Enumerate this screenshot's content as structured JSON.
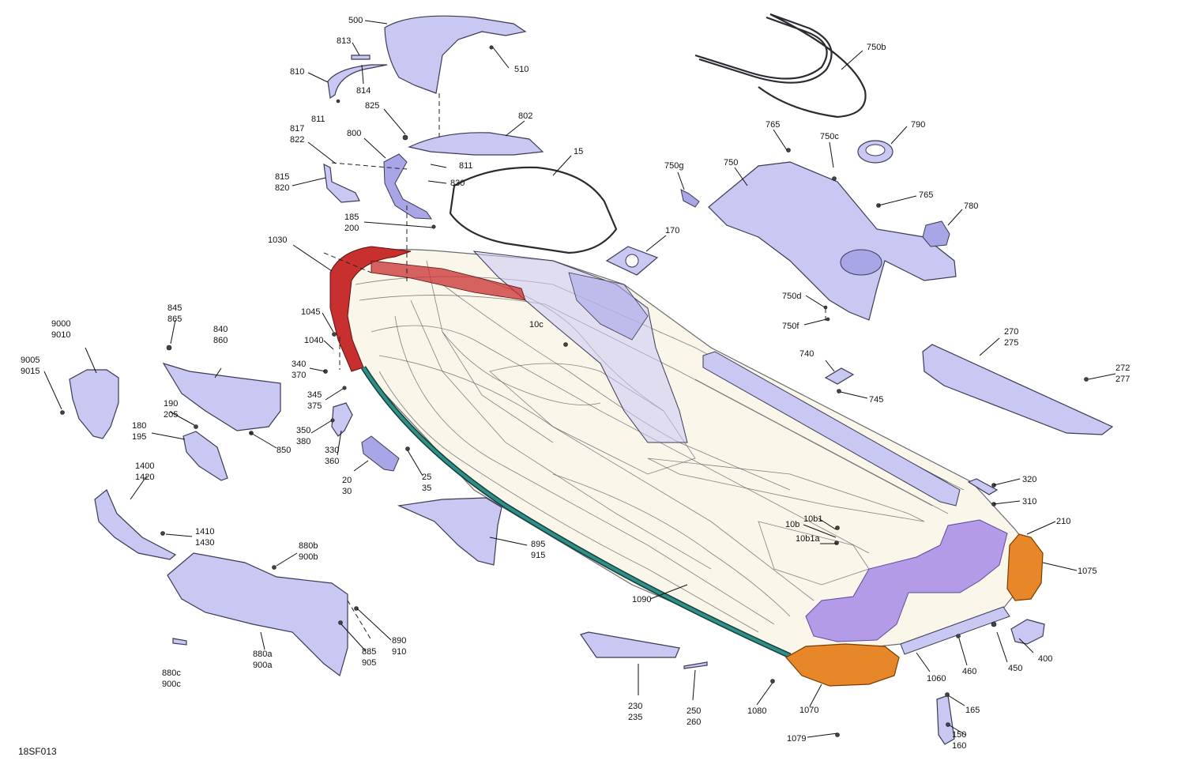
{
  "diagram_id": "18SF013",
  "colors": {
    "part_fill": "#c9c8f2",
    "part_dark": "#a8a6e6",
    "hull_fill": "#fbf6ea",
    "bumper_red": "#c8302f",
    "rub_rail_teal": "#2f8f88",
    "bumper_orange": "#e8862a",
    "mat_purple": "#b49be8"
  },
  "labels": {
    "l500": "500",
    "l510": "510",
    "l813": "813",
    "l814": "814",
    "l810": "810",
    "l811a": "811",
    "l825": "825",
    "l802": "802",
    "l817": "817",
    "l822": "822",
    "l800": "800",
    "l811b": "811",
    "l830": "830",
    "l815": "815",
    "l820": "820",
    "l15": "15",
    "l185": "185",
    "l200": "200",
    "l170": "170",
    "l1030": "1030",
    "l750b": "750b",
    "l765a": "765",
    "l750c": "750c",
    "l790": "790",
    "l750g": "750g",
    "l750": "750",
    "l765b": "765",
    "l780": "780",
    "l750d": "750d",
    "l750f": "750f",
    "l845": "845",
    "l865": "865",
    "l840": "840",
    "l860": "860",
    "l1045": "1045",
    "l10c": "10c",
    "l9000": "9000",
    "l9010": "9010",
    "l9005": "9005",
    "l9015": "9015",
    "l1040": "1040",
    "l340": "340",
    "l370": "370",
    "l190": "190",
    "l205": "205",
    "l180": "180",
    "l195": "195",
    "l345": "345",
    "l375": "375",
    "l350": "350",
    "l380": "380",
    "l850": "850",
    "l330": "330",
    "l360": "360",
    "l20": "20",
    "l30": "30",
    "l25": "25",
    "l35": "35",
    "l740": "740",
    "l745": "745",
    "l270": "270",
    "l275": "275",
    "l272": "272",
    "l277": "277",
    "l1400": "1400",
    "l1420": "1420",
    "l1410": "1410",
    "l1430": "1430",
    "l880b": "880b",
    "l900b": "900b",
    "l895": "895",
    "l915": "915",
    "l320": "320",
    "l310": "310",
    "l210": "210",
    "l10b1": "10b1",
    "l10b": "10b",
    "l10b1a": "10b1a",
    "l1075": "1075",
    "l1090": "1090",
    "l890": "890",
    "l910": "910",
    "l885": "885",
    "l905": "905",
    "l880a": "880a",
    "l900a": "900a",
    "l880c": "880c",
    "l900c": "900c",
    "l230": "230",
    "l235": "235",
    "l250": "250",
    "l260": "260",
    "l1060": "1060",
    "l460": "460",
    "l450": "450",
    "l400": "400",
    "l1080": "1080",
    "l1070": "1070",
    "l165": "165",
    "l150": "150",
    "l160": "160",
    "l1079": "1079"
  }
}
